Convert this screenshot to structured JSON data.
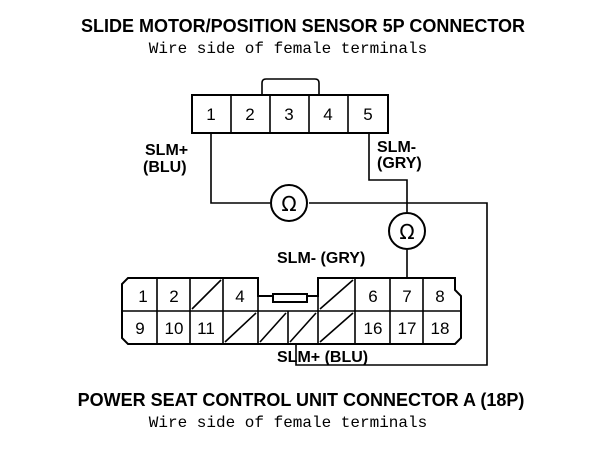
{
  "top_connector": {
    "title": "SLIDE MOTOR/POSITION SENSOR 5P CONNECTOR",
    "subtitle": "Wire side of female terminals",
    "pins": [
      "1",
      "2",
      "3",
      "4",
      "5"
    ]
  },
  "bottom_connector": {
    "title": "POWER SEAT CONTROL UNIT CONNECTOR A (18P)",
    "subtitle": "Wire side of female terminals",
    "top_row": [
      "1",
      "2",
      "",
      "4",
      "",
      "",
      "6",
      "7",
      "8"
    ],
    "bottom_row": [
      "9",
      "10",
      "11",
      "",
      "",
      "",
      "16",
      "17",
      "18"
    ]
  },
  "labels": {
    "slm_plus_left_line1": "SLM+",
    "slm_plus_left_line2": "(BLU)",
    "slm_minus_right_line1": "SLM-",
    "slm_minus_right_line2": "(GRY)",
    "slm_minus_mid": "SLM- (GRY)",
    "slm_plus_bottom": "SLM+ (BLU)"
  },
  "meters": {
    "symbol": "Ω",
    "icon": "ohmmeter-icon"
  }
}
